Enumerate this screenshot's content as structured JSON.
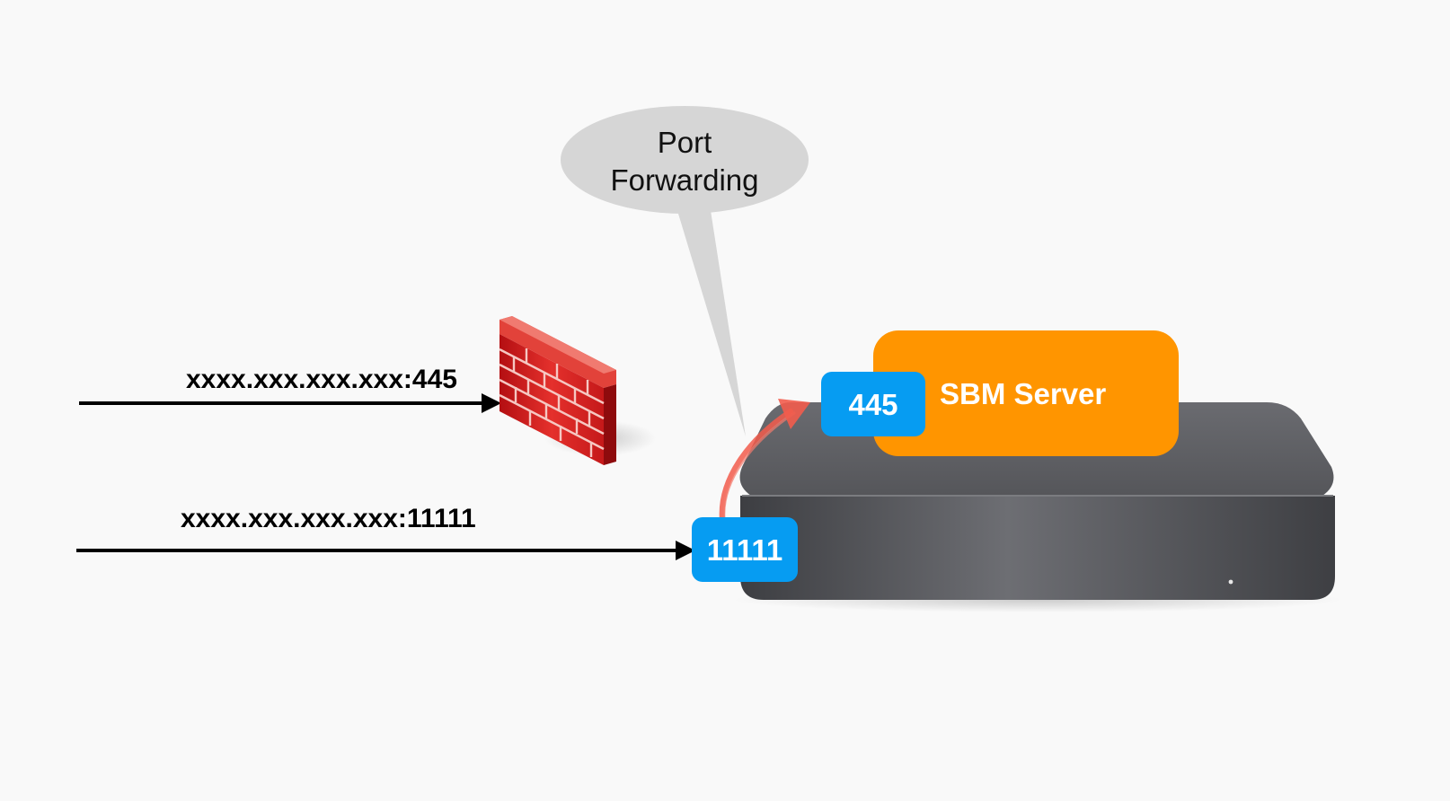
{
  "bubble": {
    "line1": "Port",
    "line2": "Forwarding"
  },
  "inputs": {
    "blocked_address": "xxxx.xxx.xxx.xxx:445",
    "forwarded_address": "xxxx.xxx.xxx.xxx:11111"
  },
  "ports": {
    "external": "11111",
    "internal": "445"
  },
  "server": {
    "label": "SBM Server"
  },
  "colors": {
    "background": "#f9f9f9",
    "port_badge": "#069cf2",
    "server_box": "#ff9500",
    "bubble": "#d6d6d6",
    "firewall_brick": "#d61f1f",
    "forward_arrow": "#f25c4c",
    "device_body": "#5b5c60"
  },
  "icons": {
    "firewall": "firewall-icon",
    "device": "mac-mini-icon"
  }
}
